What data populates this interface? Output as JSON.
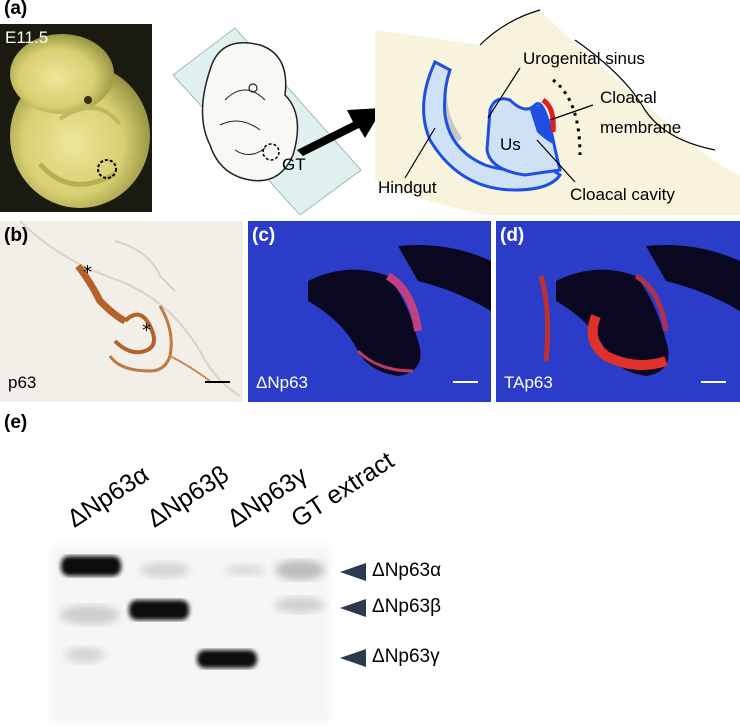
{
  "panel_a": {
    "letter": "(a)",
    "stage_label": "E11.5",
    "sketch_label": "GT",
    "diagram_labels": {
      "urogenital_sinus": "Urogenital sinus",
      "us": "Us",
      "cloacal_membrane_line1": "Cloacal",
      "cloacal_membrane_line2": "membrane",
      "hindgut": "Hindgut",
      "cloacal_cavity": "Cloacal cavity"
    }
  },
  "panel_b": {
    "letter": "(b)",
    "stain_label": "p63"
  },
  "panel_c": {
    "letter": "(c)",
    "stain_label": "ΔNp63"
  },
  "panel_d": {
    "letter": "(d)",
    "stain_label": "TAp63"
  },
  "panel_e": {
    "letter": "(e)",
    "lanes": [
      "ΔNp63α",
      "ΔNp63β",
      "ΔNp63γ",
      "GT extract"
    ],
    "bands": [
      "ΔNp63α",
      "ΔNp63β",
      "ΔNp63γ"
    ]
  },
  "colors": {
    "embryo_bg": "#1a1a10",
    "embryo_body": "#d8cf72",
    "ihc_bg": "#f2eee8",
    "ihc_stain": "#b5622a",
    "fluor_bg": "#0a0820",
    "dapi_blue": "#2a3cc8",
    "fluor_red": "#e0302a",
    "epithelium_blue": "#1f4fe0",
    "membrane_red": "#e02020",
    "diagram_bg": "#f7f3dc",
    "blot_band": "#111111"
  }
}
